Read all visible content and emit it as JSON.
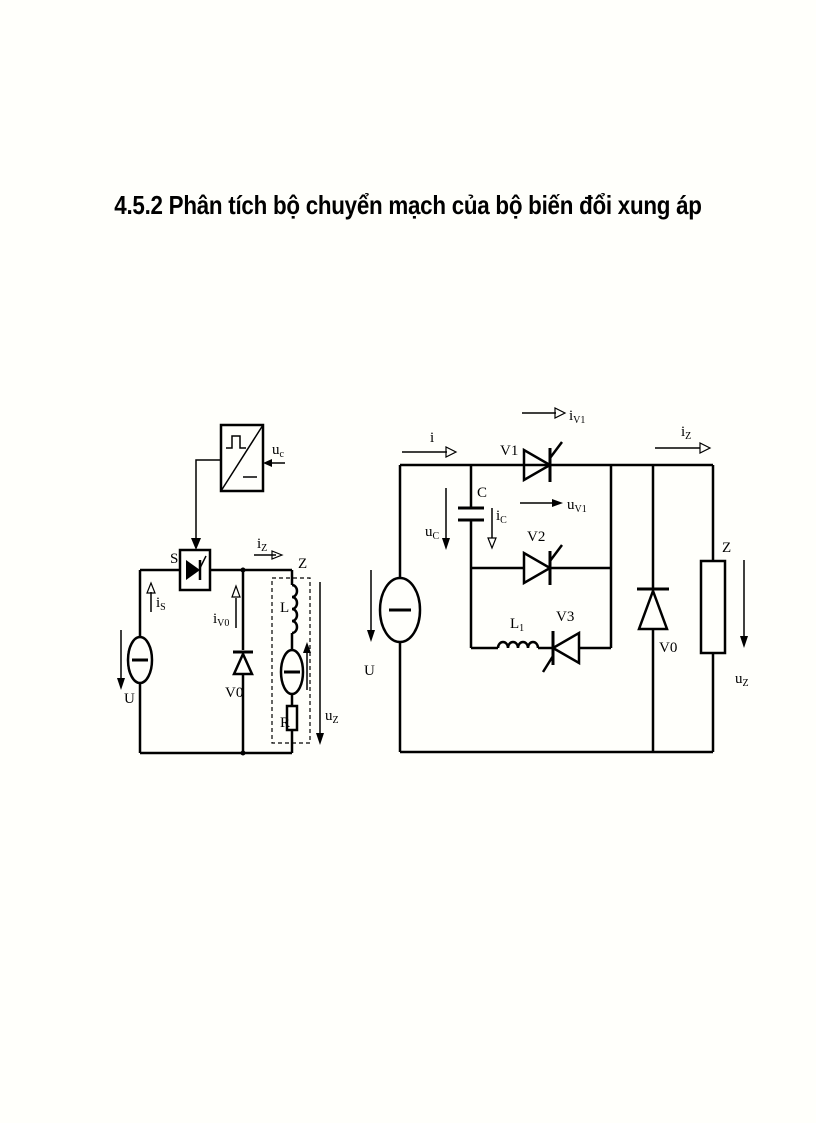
{
  "title": "4.5.2 Phân tích bộ chuyển mạch của bộ biến đổi xung áp",
  "left_circuit": {
    "labels": {
      "uc_main": "u",
      "uc_sub": "c",
      "iz_main": "i",
      "iz_sub": "Z",
      "S": "S",
      "Z": "Z",
      "is_main": "i",
      "is_sub": "S",
      "iv0_main": "i",
      "iv0_sub": "V0",
      "L": "L",
      "U": "U",
      "V0": "V0",
      "R": "R",
      "uz_main": "u",
      "uz_sub": "Z"
    }
  },
  "right_circuit": {
    "labels": {
      "iv1_main": "i",
      "iv1_sub": "V1",
      "i": "i",
      "V1": "V1",
      "iz_main": "i",
      "iz_sub": "Z",
      "C": "C",
      "uv1_main": "u",
      "uv1_sub": "V1",
      "uc_main": "u",
      "uc_sub": "C",
      "ic_main": "i",
      "ic_sub": "C",
      "V2": "V2",
      "Z": "Z",
      "U": "U",
      "L1_main": "L",
      "L1_sub": "1",
      "V3": "V3",
      "V0": "V0",
      "uz_main": "u",
      "uz_sub": "Z"
    }
  }
}
